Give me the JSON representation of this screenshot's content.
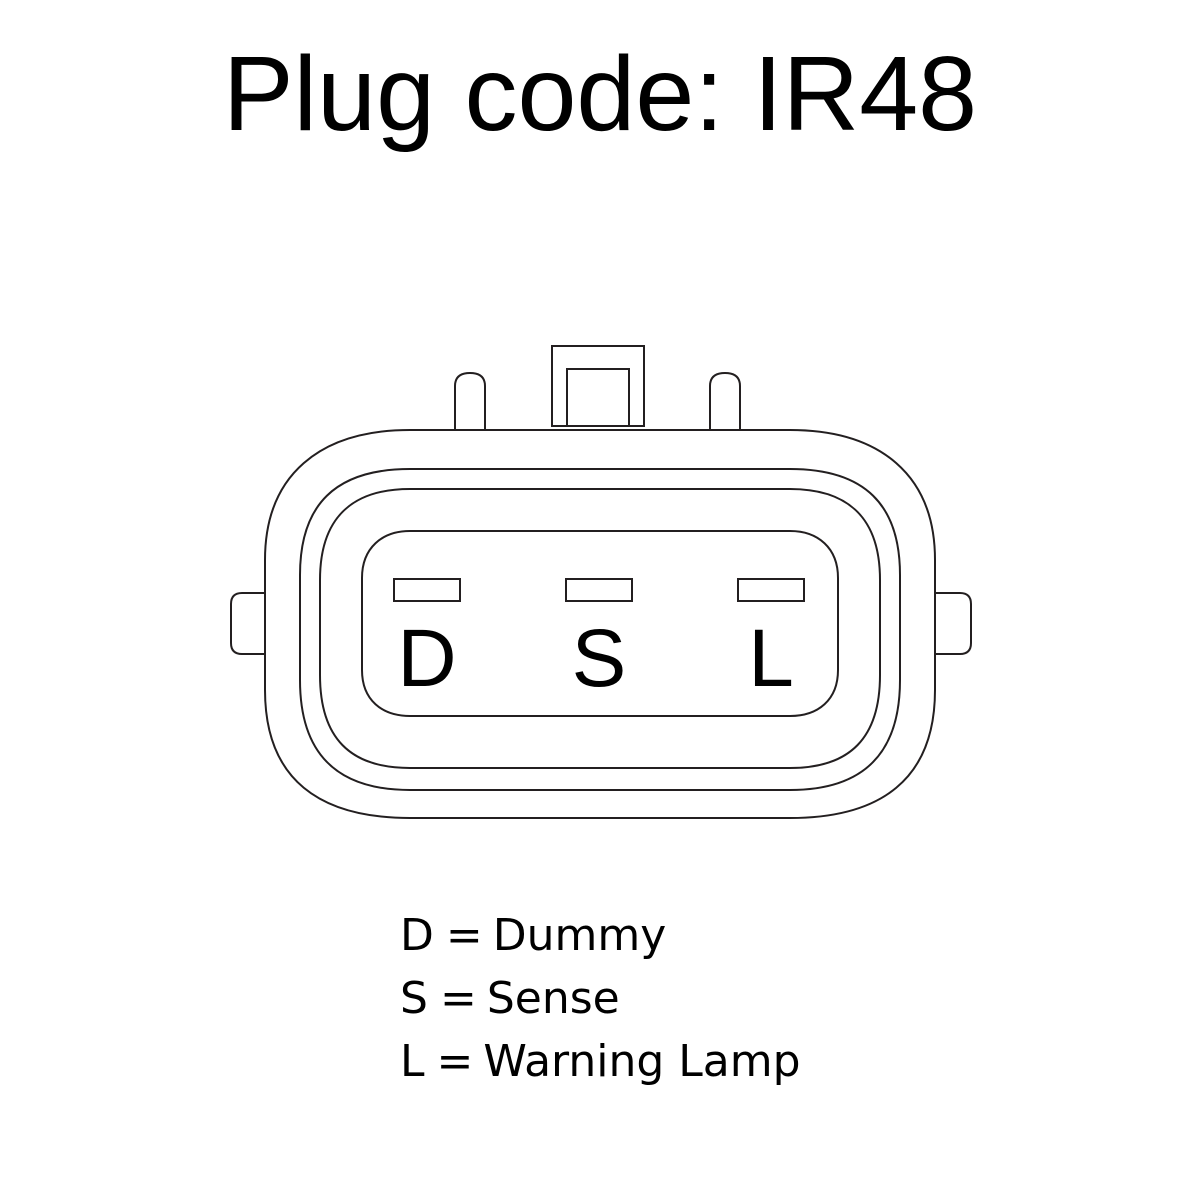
{
  "title": "Plug code: IR48",
  "connector": {
    "pins": [
      {
        "letter": "D"
      },
      {
        "letter": "S"
      },
      {
        "letter": "L"
      }
    ]
  },
  "legend": [
    {
      "key": "D",
      "eq": "=",
      "meaning": "Dummy"
    },
    {
      "key": "S",
      "eq": "=",
      "meaning": "Sense"
    },
    {
      "key": "L",
      "eq": "=",
      "meaning": "Warning Lamp"
    }
  ],
  "colors": {
    "line": "#231f20",
    "text": "#000000",
    "background": "#ffffff"
  }
}
